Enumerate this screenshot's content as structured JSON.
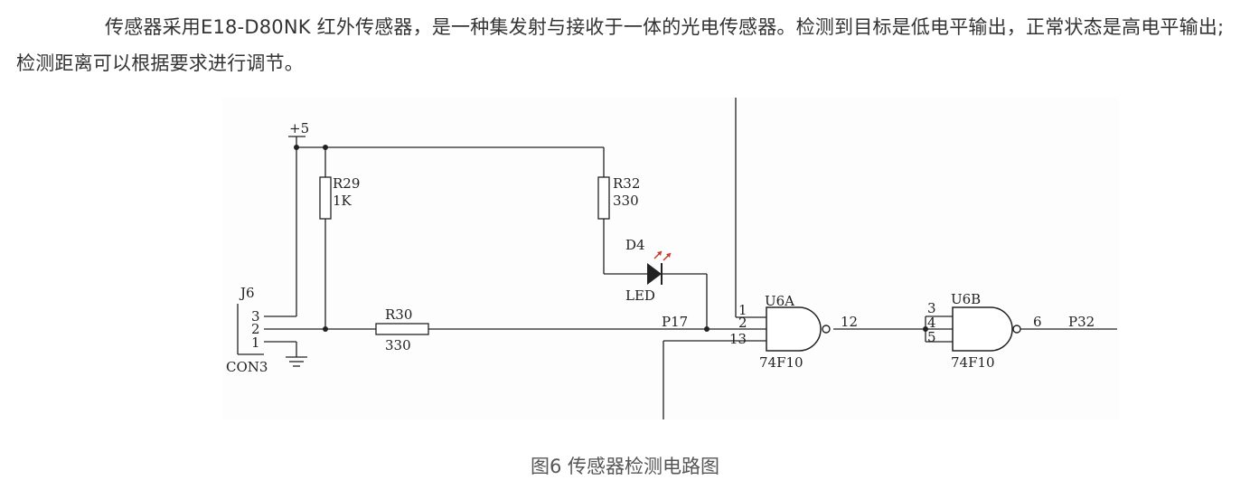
{
  "paragraph": {
    "text": "传感器采用E18-D80NK 红外传感器，是一种集发射与接收于一体的光电传感器。检测到目标是低电平输出，正常状态是高电平输出; 检测距离可以根据要求进行调节。"
  },
  "figure": {
    "caption": "图6 传感器检测电路图",
    "labels": {
      "vcc": "+5",
      "r29_name": "R29",
      "r29_value": "1K",
      "r32_name": "R32",
      "r32_value": "330",
      "d4_name": "D4",
      "d4_type": "LED",
      "j6_name": "J6",
      "j6_pin3": "3",
      "j6_pin2": "2",
      "j6_pin1": "1",
      "j6_type": "CON3",
      "r30_name": "R30",
      "r30_value": "330",
      "p17": "P17",
      "u6a_name": "U6A",
      "u6a_pin1": "1",
      "u6a_pin2": "2",
      "u6a_pin13": "13",
      "u6a_out": "12",
      "u6a_type": "74F10",
      "u6b_name": "U6B",
      "u6b_pin3": "3",
      "u6b_pin4": "4",
      "u6b_pin5": "5",
      "u6b_out": "6",
      "u6b_type": "74F10",
      "p32": "P32"
    }
  }
}
